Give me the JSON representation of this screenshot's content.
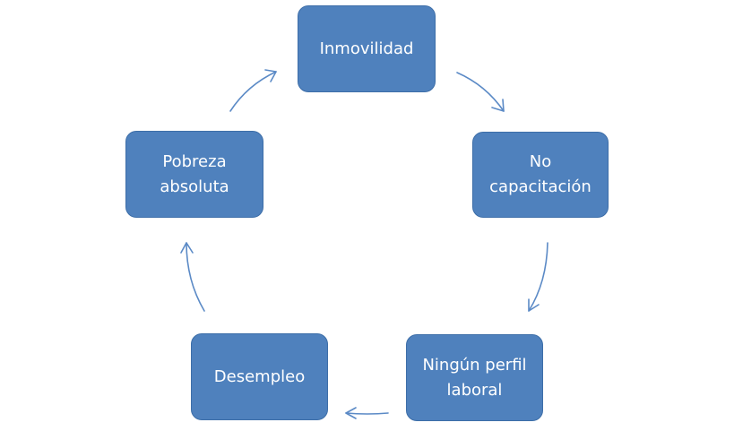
{
  "diagram": {
    "nodes": [
      {
        "id": "inmovilidad",
        "label": "Inmovilidad"
      },
      {
        "id": "no-capacitacion",
        "label": "No\ncapacitación"
      },
      {
        "id": "ningun-perfil-laboral",
        "label": "Ningún perfil\nlaboral"
      },
      {
        "id": "desempleo",
        "label": "Desempleo"
      },
      {
        "id": "pobreza-absoluta",
        "label": "Pobreza\nabsoluta"
      }
    ],
    "edges": [
      {
        "from": "inmovilidad",
        "to": "no-capacitacion"
      },
      {
        "from": "no-capacitacion",
        "to": "ningun-perfil-laboral"
      },
      {
        "from": "ningun-perfil-laboral",
        "to": "desempleo"
      },
      {
        "from": "desempleo",
        "to": "pobreza-absoluta"
      },
      {
        "from": "pobreza-absoluta",
        "to": "inmovilidad"
      }
    ],
    "colors": {
      "node_fill": "#4f81bd",
      "node_border": "#3d6ea8",
      "node_text": "#ffffff",
      "arrow": "#5b8ac6"
    }
  }
}
